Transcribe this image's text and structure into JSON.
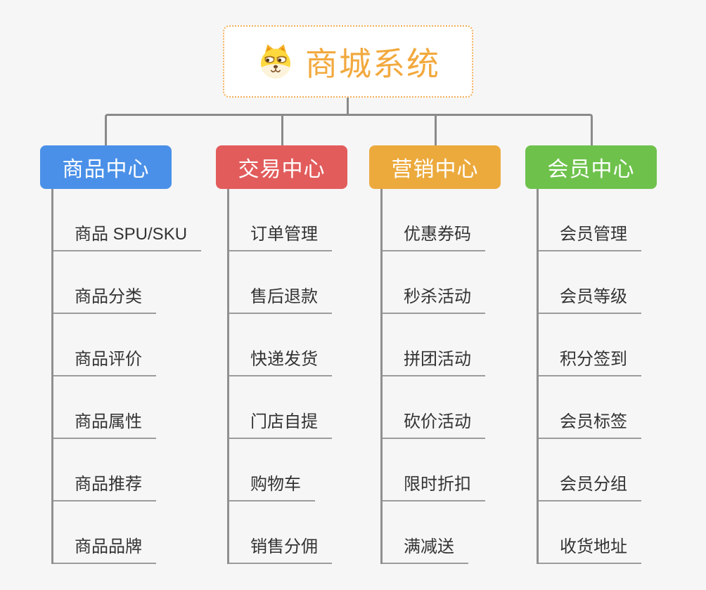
{
  "root": {
    "title": "商城系统",
    "icon": "dog-face-icon",
    "title_color": "#f2a93e",
    "border_color": "#f3ae57"
  },
  "connector_color": "#8a8a8a",
  "branches": [
    {
      "label": "商品中心",
      "color": "#4a90e8",
      "children": [
        "商品 SPU/SKU",
        "商品分类",
        "商品评价",
        "商品属性",
        "商品推荐",
        "商品品牌"
      ]
    },
    {
      "label": "交易中心",
      "color": "#e25c5c",
      "children": [
        "订单管理",
        "售后退款",
        "快递发货",
        "门店自提",
        "购物车",
        "销售分佣"
      ]
    },
    {
      "label": "营销中心",
      "color": "#ecaa3d",
      "children": [
        "优惠券码",
        "秒杀活动",
        "拼团活动",
        "砍价活动",
        "限时折扣",
        "满减送"
      ]
    },
    {
      "label": "会员中心",
      "color": "#6ec24c",
      "children": [
        "会员管理",
        "会员等级",
        "积分签到",
        "会员标签",
        "会员分组",
        "收货地址"
      ]
    }
  ]
}
